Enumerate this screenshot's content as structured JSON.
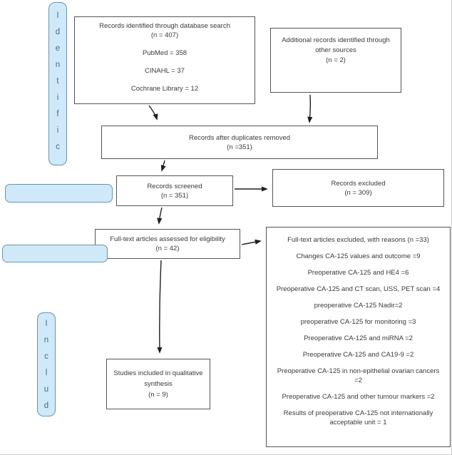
{
  "stages": {
    "identification": "Identific",
    "included": "Includ"
  },
  "boxes": {
    "database_search": {
      "title": "Records identified through database search",
      "count": "(n = 407)",
      "sources": [
        "PubMed = 358",
        "CINAHL = 37",
        "Cochrane Library = 12"
      ]
    },
    "other_sources": {
      "text": "Additional records identified through other sources",
      "count": "(n = 2)"
    },
    "duplicates_removed": {
      "text": "Records after duplicates removed",
      "count": "(n =351)"
    },
    "records_screened": {
      "text": "Records screened",
      "count": "(n = 351)"
    },
    "records_excluded": {
      "text": "Records excluded",
      "count": "(n = 309)"
    },
    "full_text_assessed": {
      "text": "Full-text articles assessed for eligibility",
      "count": "(n = 42)"
    },
    "excluded_reasons": {
      "title": "Full-text articles excluded, with reasons (n =33)",
      "items": [
        "Changes CA-125 values and outcome =9",
        "Preoperative CA-125 and HE4 =6",
        "Preoperative CA-125 and CT scan, USS, PET scan =4",
        "preoperative CA-125 Nadir=2",
        "preoperative CA-125 for monitoring =3",
        "Preoperative CA-125 and miRNA =2",
        "Preoperative CA-125 and CA19-9 =2",
        "Preoperative CA-125 in non-epithelial ovarian cancers =2",
        "Preoperative CA-125 and other tumour markers =2",
        "Results of preoperative CA-125 not internationally acceptable unit = 1"
      ]
    },
    "qualitative_synthesis": {
      "text": "Studies included in qualitative synthesis",
      "count": "(n = 9)"
    }
  },
  "colors": {
    "stage_fill": "#cfe9f8",
    "stage_border": "#6b94ad",
    "stage_text": "#3c6e90",
    "box_border": "#555555",
    "text": "#3a3a3a",
    "arrow": "#1f1f1f"
  }
}
